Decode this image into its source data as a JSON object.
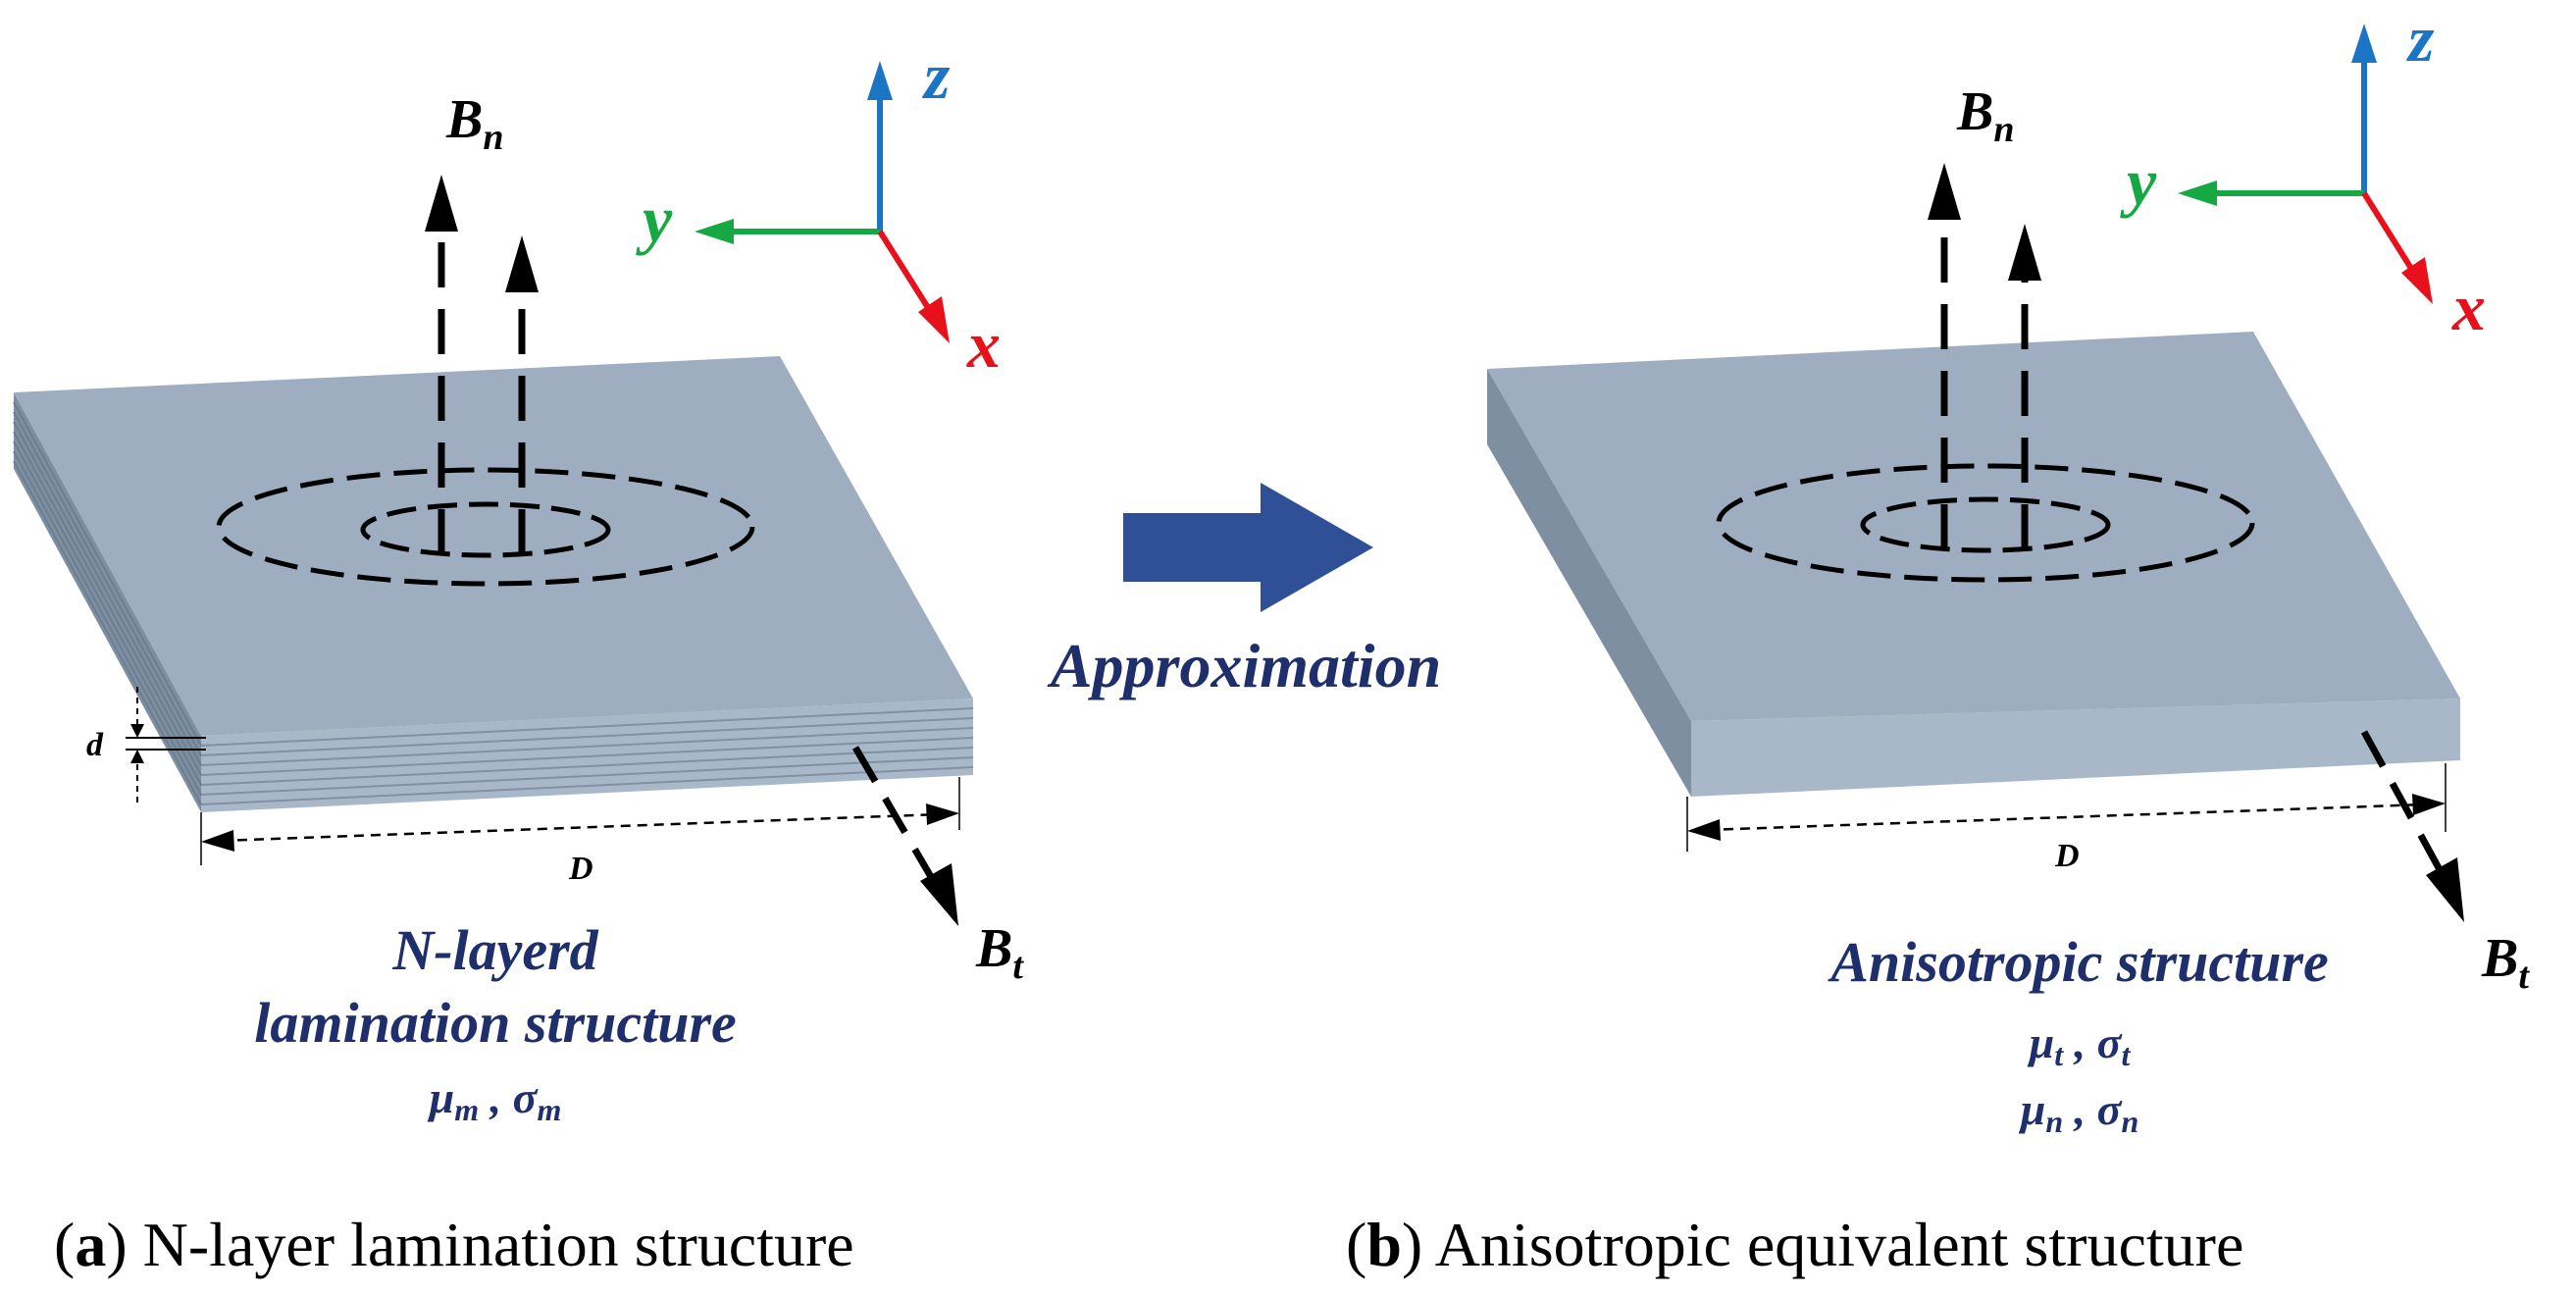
{
  "panel_a": {
    "b_normal": "B",
    "b_normal_sub": "n",
    "b_tangential": "B",
    "b_tangential_sub": "t",
    "d_label": "d",
    "D_label": "D",
    "title_line1": "N-layerd",
    "title_line2": "lamination structure",
    "props_mu": "μ",
    "props_mu_sub": "m",
    "props_sep": " , ",
    "props_sigma": "σ",
    "props_sigma_sub": "m",
    "caption_letter": "a",
    "caption_text": "N-layer lamination structure"
  },
  "panel_b": {
    "b_normal": "B",
    "b_normal_sub": "n",
    "b_tangential": "B",
    "b_tangential_sub": "t",
    "D_label": "D",
    "title_line1": "Anisotropic structure",
    "props1_mu": "μ",
    "props1_mu_sub": "t",
    "props1_sep": " , ",
    "props1_sigma": "σ",
    "props1_sigma_sub": "t",
    "props2_mu": "μ",
    "props2_mu_sub": "n",
    "props2_sep": " , ",
    "props2_sigma": "σ",
    "props2_sigma_sub": "n",
    "caption_letter": "b",
    "caption_text": "Anisotropic equivalent structure"
  },
  "axes": {
    "x": "x",
    "y": "y",
    "z": "z"
  },
  "center": {
    "arrow_label": "Approximation"
  },
  "colors": {
    "slab_top": "#9eaec0",
    "slab_front": "#a9b8c9",
    "slab_side": "#7f8fa2",
    "navy_text": "#1f2f6b",
    "big_arrow": "#2f4f96",
    "axis_x": "#e8101a",
    "axis_y": "#16a843",
    "axis_z": "#1b74c4"
  }
}
